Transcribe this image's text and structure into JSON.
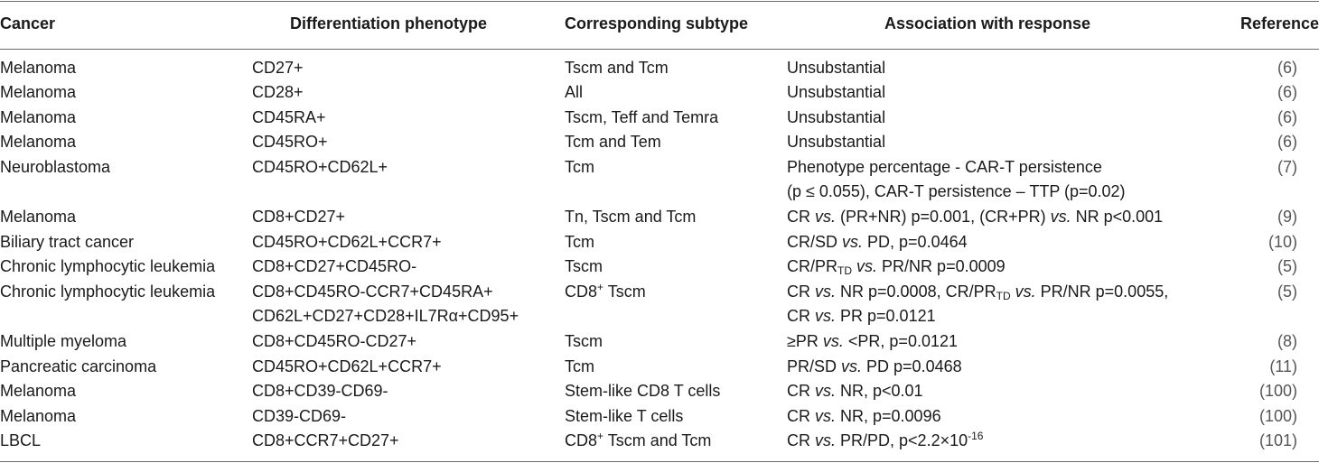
{
  "table": {
    "headers": {
      "cancer": "Cancer",
      "phenotype": "Differentiation phenotype",
      "subtype": "Corresponding subtype",
      "association": "Association with response",
      "reference": "Reference"
    },
    "rows": [
      {
        "cancer": "Melanoma",
        "phenotype": [
          "CD27+"
        ],
        "subtype": "Tscm and Tcm",
        "association": [
          "Unsubstantial"
        ],
        "reference": "(6)"
      },
      {
        "cancer": "Melanoma",
        "phenotype": [
          "CD28+"
        ],
        "subtype": "All",
        "association": [
          "Unsubstantial"
        ],
        "reference": "(6)"
      },
      {
        "cancer": "Melanoma",
        "phenotype": [
          "CD45RA+"
        ],
        "subtype": "Tscm, Teff and Temra",
        "association": [
          "Unsubstantial"
        ],
        "reference": "(6)"
      },
      {
        "cancer": "Melanoma",
        "phenotype": [
          "CD45RO+"
        ],
        "subtype": "Tcm and Tem",
        "association": [
          "Unsubstantial"
        ],
        "reference": "(6)"
      },
      {
        "cancer": "Neuroblastoma",
        "phenotype": [
          "CD45RO+CD62L+"
        ],
        "subtype": "Tcm",
        "association": [
          "Phenotype percentage - CAR-T persistence",
          "(p ≤ 0.055), CAR-T persistence – TTP (p=0.02)"
        ],
        "reference": "(7)"
      },
      {
        "cancer": "Melanoma",
        "phenotype": [
          "CD8+CD27+"
        ],
        "subtype": "Tn, Tscm and Tcm",
        "association": [
          "CR vs. (PR+NR) p=0.001, (CR+PR) vs. NR p<0.001"
        ],
        "reference": "(9)"
      },
      {
        "cancer": "Biliary tract cancer",
        "phenotype": [
          "CD45RO+CD62L+CCR7+"
        ],
        "subtype": "Tcm",
        "association": [
          "CR/SD vs. PD, p=0.0464"
        ],
        "reference": "(10)"
      },
      {
        "cancer": "Chronic lymphocytic leukemia",
        "phenotype": [
          "CD8+CD27+CD45RO-"
        ],
        "subtype": "Tscm",
        "association": [
          "CR/PRTD vs. PR/NR p=0.0009"
        ],
        "reference": "(5)"
      },
      {
        "cancer": "Chronic lymphocytic leukemia",
        "phenotype": [
          "CD8+CD45RO-CCR7+CD45RA+",
          "CD62L+CD27+CD28+IL7Rα+CD95+"
        ],
        "subtype": "CD8+ Tscm",
        "association": [
          "CR vs. NR p=0.0008, CR/PRTD vs. PR/NR p=0.0055,",
          "CR vs. PR p=0.0121"
        ],
        "reference": "(5)"
      },
      {
        "cancer": "Multiple myeloma",
        "phenotype": [
          "CD8+CD45RO-CD27+"
        ],
        "subtype": "Tscm",
        "association": [
          "≥PR vs. <PR, p=0.0121"
        ],
        "reference": "(8)"
      },
      {
        "cancer": "Pancreatic carcinoma",
        "phenotype": [
          "CD45RO+CD62L+CCR7+"
        ],
        "subtype": "Tcm",
        "association": [
          "PR/SD vs. PD p=0.0468"
        ],
        "reference": "(11)"
      },
      {
        "cancer": "Melanoma",
        "phenotype": [
          "CD8+CD39-CD69-"
        ],
        "subtype": "Stem-like CD8 T cells",
        "association": [
          "CR vs. NR, p<0.01"
        ],
        "reference": "(100)"
      },
      {
        "cancer": "Melanoma",
        "phenotype": [
          "CD39-CD69-"
        ],
        "subtype": "Stem-like T cells",
        "association": [
          "CR vs. NR, p=0.0096"
        ],
        "reference": "(100)"
      },
      {
        "cancer": "LBCL",
        "phenotype": [
          "CD8+CCR7+CD27+"
        ],
        "subtype": "CD8+ Tscm and Tcm",
        "association": [
          "CR vs. PR/PD, p<2.2×10-16"
        ],
        "reference": "(101)"
      }
    ]
  }
}
